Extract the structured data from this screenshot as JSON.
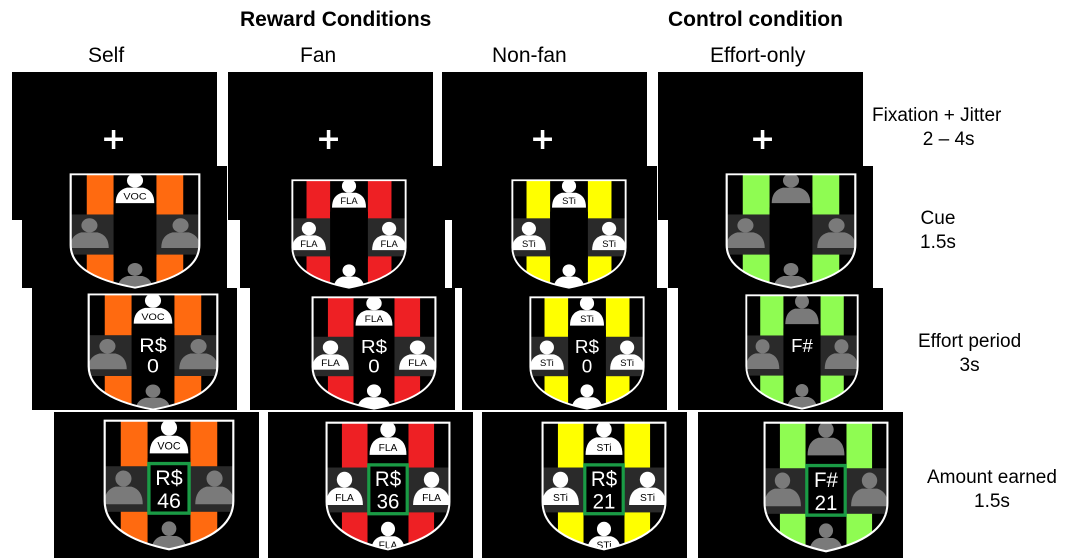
{
  "headers": {
    "reward": "Reward Conditions",
    "control": "Control condition"
  },
  "columns": [
    {
      "title": "Self",
      "color": "#ff6a10",
      "team": "VOC",
      "currency": "R$",
      "initial": "0",
      "earned": "46",
      "avatars": "white"
    },
    {
      "title": "Fan",
      "color": "#ee2024",
      "team": "FLA",
      "currency": "R$",
      "initial": "0",
      "earned": "36",
      "avatars": "white"
    },
    {
      "title": "Non-fan",
      "color": "#ffff00",
      "team": "STi",
      "currency": "R$",
      "initial": "0",
      "earned": "21",
      "avatars": "white"
    },
    {
      "title": "Effort-only",
      "color": "#8ffc52",
      "team": "",
      "currency": "F#",
      "initial": "",
      "earned": "21",
      "avatars": "gray"
    }
  ],
  "phases": [
    {
      "name": "Fixation + Jitter",
      "duration": "2 – 4s"
    },
    {
      "name": "Cue",
      "duration": "1.5s"
    },
    {
      "name": "Effort period",
      "duration": "3s"
    },
    {
      "name": "Amount earned",
      "duration": "1.5s"
    }
  ],
  "fixation_symbol": "+",
  "highlight_color": "#1a9b45"
}
